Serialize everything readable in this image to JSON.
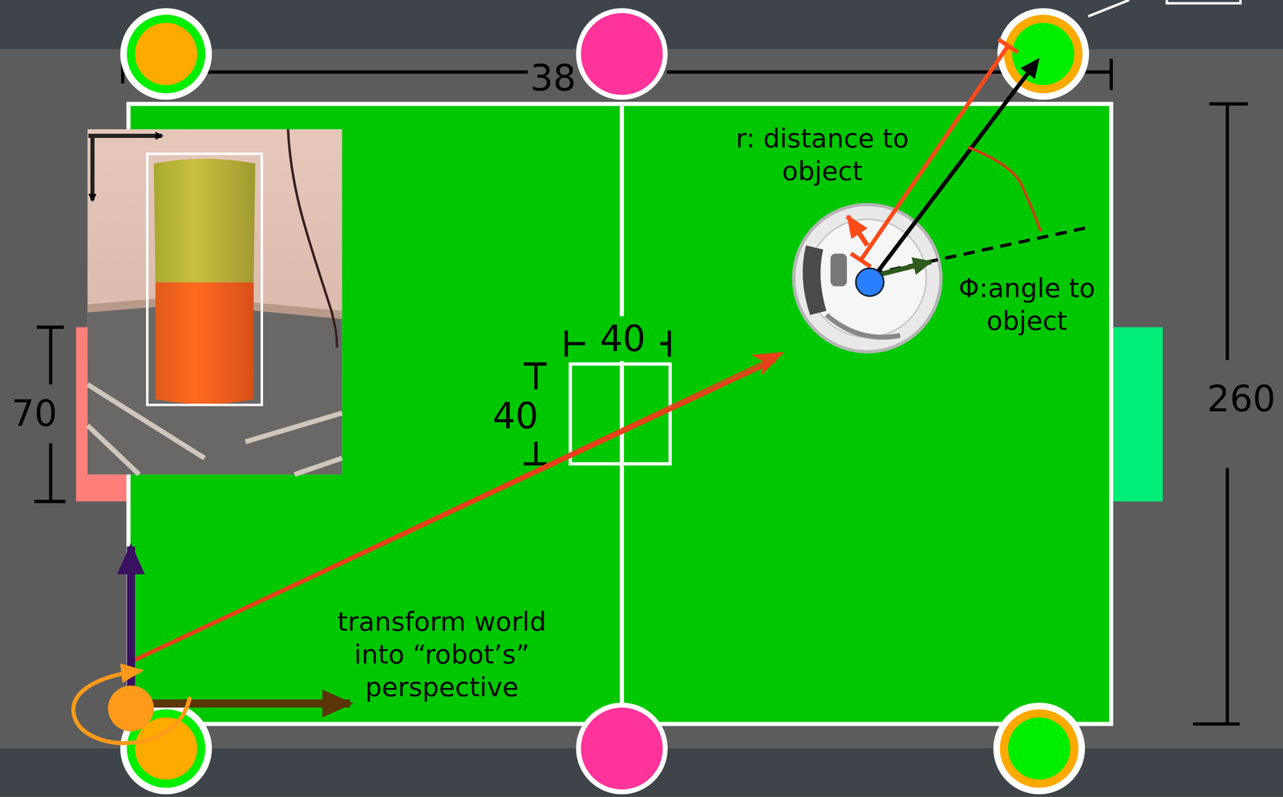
{
  "diagram": {
    "labels": [
      "38",
      "r: distance to object",
      "Φ:angle to object",
      "40",
      "70",
      "40",
      "260",
      "transform world into “robot’s” perspective"
    ]
  }
}
